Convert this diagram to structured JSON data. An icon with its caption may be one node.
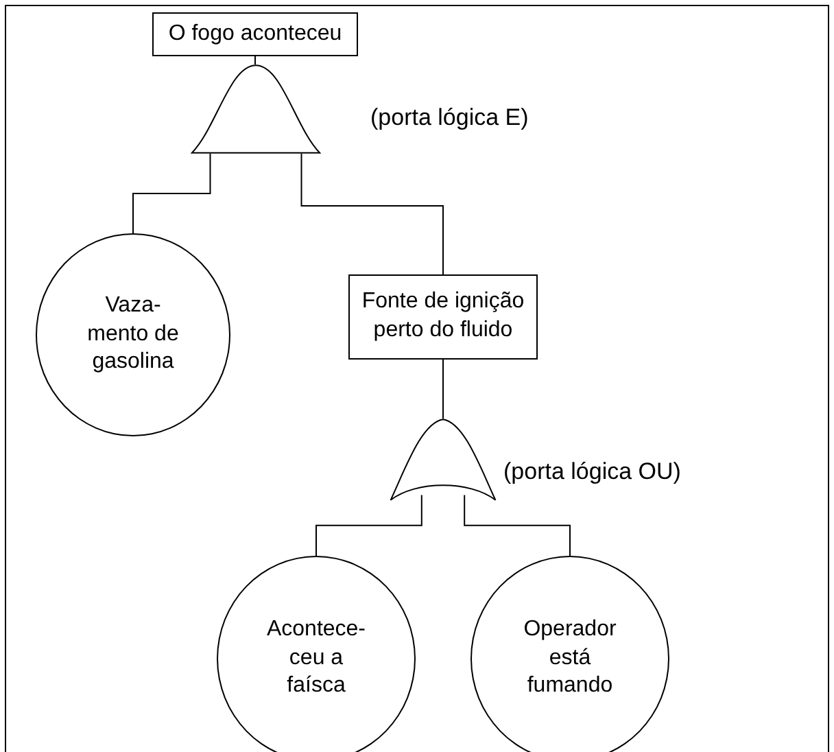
{
  "diagram": {
    "nodes": [
      {
        "text": [
          "O fogo aconteceu"
        ]
      },
      {
        "text": [],
        "shape": "gate",
        "beside": [
          "(porta lógica E)"
        ]
      },
      {
        "text": [
          "Vaza- mento de gasolina"
        ]
      },
      {
        "text": [
          "Fonte de ignição perto do fluido"
        ]
      },
      {
        "text": [],
        "shape": "gate",
        "beside": [
          "(porta lógica OU)"
        ]
      },
      {
        "text": [
          "Acontece- ceu a faísca"
        ]
      },
      {
        "text": [
          "Operador está fumando"
        ]
      }
    ],
    "edges": [
      {
        "from": 0,
        "to": 1,
        "arrow": "none"
      },
      {
        "from": 1,
        "to": 2,
        "arrow": "none"
      },
      {
        "from": 1,
        "to": 3,
        "arrow": "none"
      },
      {
        "from": 3,
        "to": 4,
        "arrow": "none"
      },
      {
        "from": 4,
        "to": 5,
        "arrow": "none"
      },
      {
        "from": 4,
        "to": 6,
        "arrow": "none"
      }
    ]
  }
}
